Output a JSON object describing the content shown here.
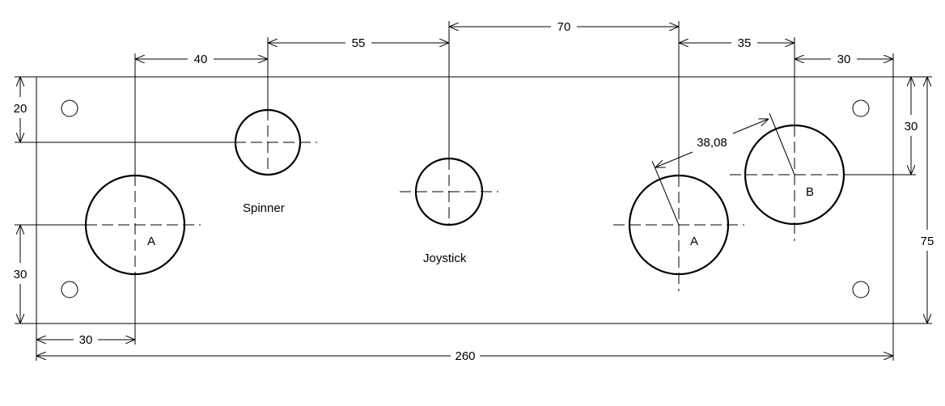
{
  "drawing": {
    "labels": {
      "spinner": "Spinner",
      "joystick": "Joystick",
      "a_left": "A",
      "a_right": "A",
      "b": "B"
    },
    "dimensions": {
      "d40": "40",
      "d55": "55",
      "d70": "70",
      "d35": "35",
      "d30_top": "30",
      "d20_left": "20",
      "d30_left": "30",
      "d30_right": "30",
      "d75": "75",
      "d30_bottom": "30",
      "d260": "260",
      "d_diag": "38,08"
    }
  }
}
